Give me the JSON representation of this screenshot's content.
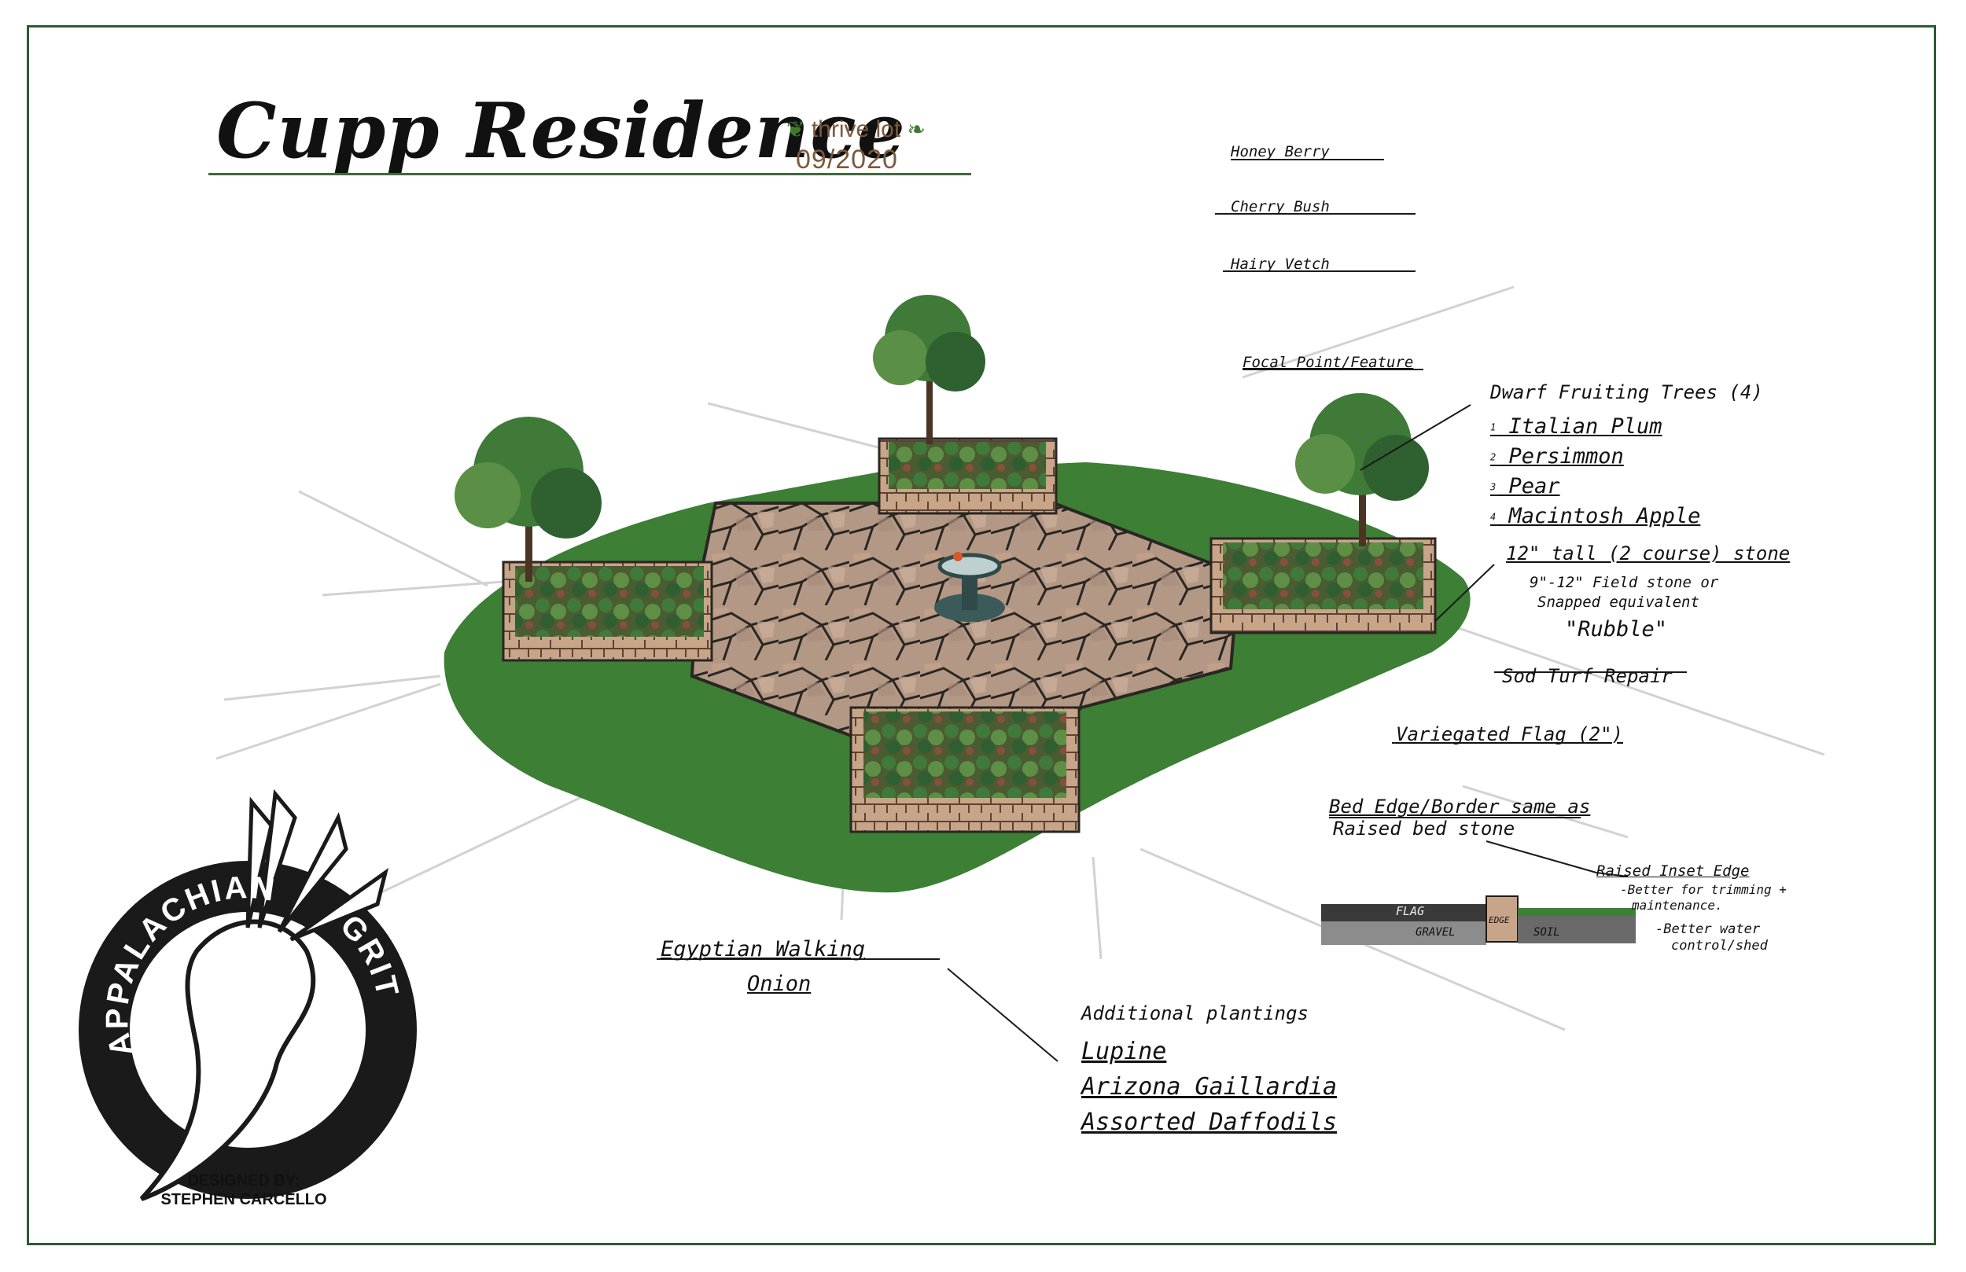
{
  "header": {
    "title": "Cupp Residence",
    "brand": "thrive lot",
    "date": "09/2020"
  },
  "labels": {
    "honey_berry": "Honey Berry",
    "cherry_bush": "Cherry Bush",
    "hairy_vetch": "Hairy Vetch",
    "focal_point": "Focal Point/Feature",
    "dwarf_trees": "Dwarf Fruiting Trees (4)",
    "tree_list": [
      {
        "num": "1",
        "name": "Italian Plum"
      },
      {
        "num": "2",
        "name": "Persimmon"
      },
      {
        "num": "3",
        "name": "Pear"
      },
      {
        "num": "4",
        "name": "Macintosh Apple"
      }
    ],
    "stone_height": "12\" tall (2 course) stone",
    "field_stone_1": "9\"-12\" Field stone or",
    "field_stone_2": "Snapped equivalent",
    "rubble": "\"Rubble\"",
    "sod": "Sod Turf Repair",
    "flag": "Variegated Flag (2\")",
    "bed_edge_1": "Bed Edge/Border same as",
    "bed_edge_2": "Raised bed stone",
    "inset_edge": "Raised Inset Edge",
    "inset_note_1": "-Better for trimming +",
    "inset_note_2": "maintenance.",
    "inset_note_3": "-Better water",
    "inset_note_4": "control/shed",
    "section_flag": "FLAG",
    "section_gravel": "GRAVEL",
    "section_edge": "EDGE",
    "section_soil": "SOIL",
    "onion_1": "Egyptian Walking",
    "onion_2": "Onion",
    "additional": "Additional plantings",
    "plantings": [
      "Lupine",
      "Arizona Gaillardia",
      "Assorted Daffodils"
    ]
  },
  "logo": {
    "word_left": "APPALACHIAN",
    "word_right": "GRIT",
    "designed_by": "DESIGNED BY:",
    "designer": "STEPHEN CARCELLO"
  },
  "colors": {
    "frame": "#2f5a33",
    "lawn": "#3c7f35",
    "paver": "#b89a86",
    "stone": "#c4a083"
  }
}
